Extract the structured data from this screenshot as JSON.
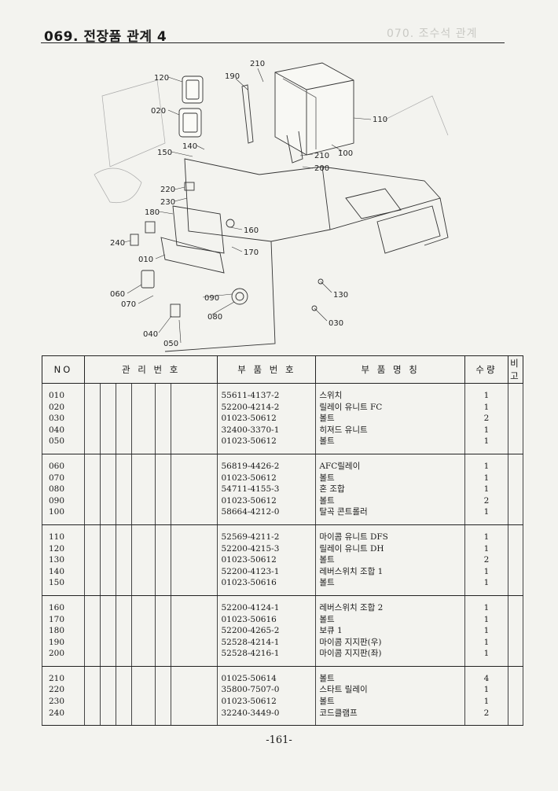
{
  "header": {
    "title": "069. 전장품 관계 4",
    "ghost_title": "070. 조수석 관계"
  },
  "diagram": {
    "callouts": [
      "120",
      "190",
      "210",
      "020",
      "110",
      "140",
      "150",
      "100",
      "210",
      "200",
      "220",
      "230",
      "180",
      "160",
      "240",
      "010",
      "170",
      "060",
      "070",
      "090",
      "130",
      "080",
      "030",
      "040",
      "050"
    ]
  },
  "table": {
    "headers": {
      "no": "NO",
      "mgmt": "관 리 번 호",
      "part_no": "부 품 번 호",
      "name": "부 품 명 칭",
      "qty": "수량",
      "remarks": "비 고"
    },
    "groups": [
      [
        {
          "no": "010",
          "part": "55611-4137-2",
          "name": "스위치",
          "qty": "1"
        },
        {
          "no": "020",
          "part": "52200-4214-2",
          "name": "릴레이 유니트 FC",
          "qty": "1"
        },
        {
          "no": "030",
          "part": "01023-50612",
          "name": "볼트",
          "qty": "2"
        },
        {
          "no": "040",
          "part": "32400-3370-1",
          "name": "히져드 유니트",
          "qty": "1"
        },
        {
          "no": "050",
          "part": "01023-50612",
          "name": "볼트",
          "qty": "1"
        }
      ],
      [
        {
          "no": "060",
          "part": "56819-4426-2",
          "name": "AFC릴레이",
          "qty": "1"
        },
        {
          "no": "070",
          "part": "01023-50612",
          "name": "볼트",
          "qty": "1"
        },
        {
          "no": "080",
          "part": "54711-4155-3",
          "name": "혼 조합",
          "qty": "1"
        },
        {
          "no": "090",
          "part": "01023-50612",
          "name": "볼트",
          "qty": "2"
        },
        {
          "no": "100",
          "part": "58664-4212-0",
          "name": "탈곡 콘트롤러",
          "qty": "1"
        }
      ],
      [
        {
          "no": "110",
          "part": "52569-4211-2",
          "name": "마이콤 유니트 DFS",
          "qty": "1"
        },
        {
          "no": "120",
          "part": "52200-4215-3",
          "name": "릴레이 유니트 DH",
          "qty": "1"
        },
        {
          "no": "130",
          "part": "01023-50612",
          "name": "볼트",
          "qty": "2"
        },
        {
          "no": "140",
          "part": "52200-4123-1",
          "name": "레버스위치 조합 1",
          "qty": "1"
        },
        {
          "no": "150",
          "part": "01023-50616",
          "name": "볼트",
          "qty": "1"
        }
      ],
      [
        {
          "no": "160",
          "part": "52200-4124-1",
          "name": "레버스위치 조합 2",
          "qty": "1"
        },
        {
          "no": "170",
          "part": "01023-50616",
          "name": "볼트",
          "qty": "1"
        },
        {
          "no": "180",
          "part": "52200-4265-2",
          "name": "보큐 1",
          "qty": "1"
        },
        {
          "no": "190",
          "part": "52528-4214-1",
          "name": "마이콤 지지판(우)",
          "qty": "1"
        },
        {
          "no": "200",
          "part": "52528-4216-1",
          "name": "마이콤 지지판(좌)",
          "qty": "1"
        }
      ],
      [
        {
          "no": "210",
          "part": "01025-50614",
          "name": "볼트",
          "qty": "4"
        },
        {
          "no": "220",
          "part": "35800-7507-0",
          "name": "스타트 릴레이",
          "qty": "1"
        },
        {
          "no": "230",
          "part": "01023-50612",
          "name": "볼트",
          "qty": "1"
        },
        {
          "no": "240",
          "part": "32240-3449-0",
          "name": "코드클램프",
          "qty": "2"
        }
      ]
    ]
  },
  "footer": {
    "page_number": "-161-"
  }
}
